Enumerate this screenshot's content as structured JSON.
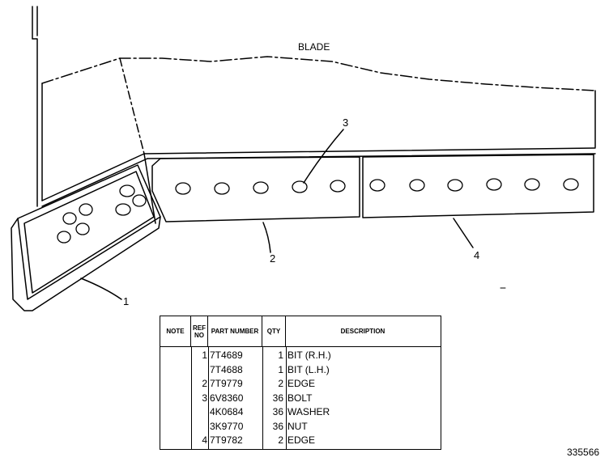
{
  "labels": {
    "blade": "BLADE",
    "callout_1": "1",
    "callout_2": "2",
    "callout_3": "3",
    "callout_4": "4",
    "figure_number": "335566"
  },
  "table": {
    "headers": {
      "note": "NOTE",
      "ref_no": "REF NO",
      "part_number": "PART NUMBER",
      "qty": "QTY",
      "description": "DESCRIPTION"
    },
    "rows": [
      {
        "note": "",
        "ref": "1",
        "part": "7T4689",
        "qty": "1",
        "desc": "BIT  (R.H.)"
      },
      {
        "note": "",
        "ref": "",
        "part": "7T4688",
        "qty": "1",
        "desc": "BIT  (L.H.)"
      },
      {
        "note": "",
        "ref": "2",
        "part": "7T9779",
        "qty": "2",
        "desc": "EDGE"
      },
      {
        "note": "",
        "ref": "3",
        "part": "6V8360",
        "qty": "36",
        "desc": "BOLT"
      },
      {
        "note": "",
        "ref": "",
        "part": "4K0684",
        "qty": "36",
        "desc": "WASHER"
      },
      {
        "note": "",
        "ref": "",
        "part": "3K9770",
        "qty": "36",
        "desc": "NUT"
      },
      {
        "note": "",
        "ref": "4",
        "part": "7T9782",
        "qty": "2",
        "desc": "EDGE"
      }
    ]
  }
}
